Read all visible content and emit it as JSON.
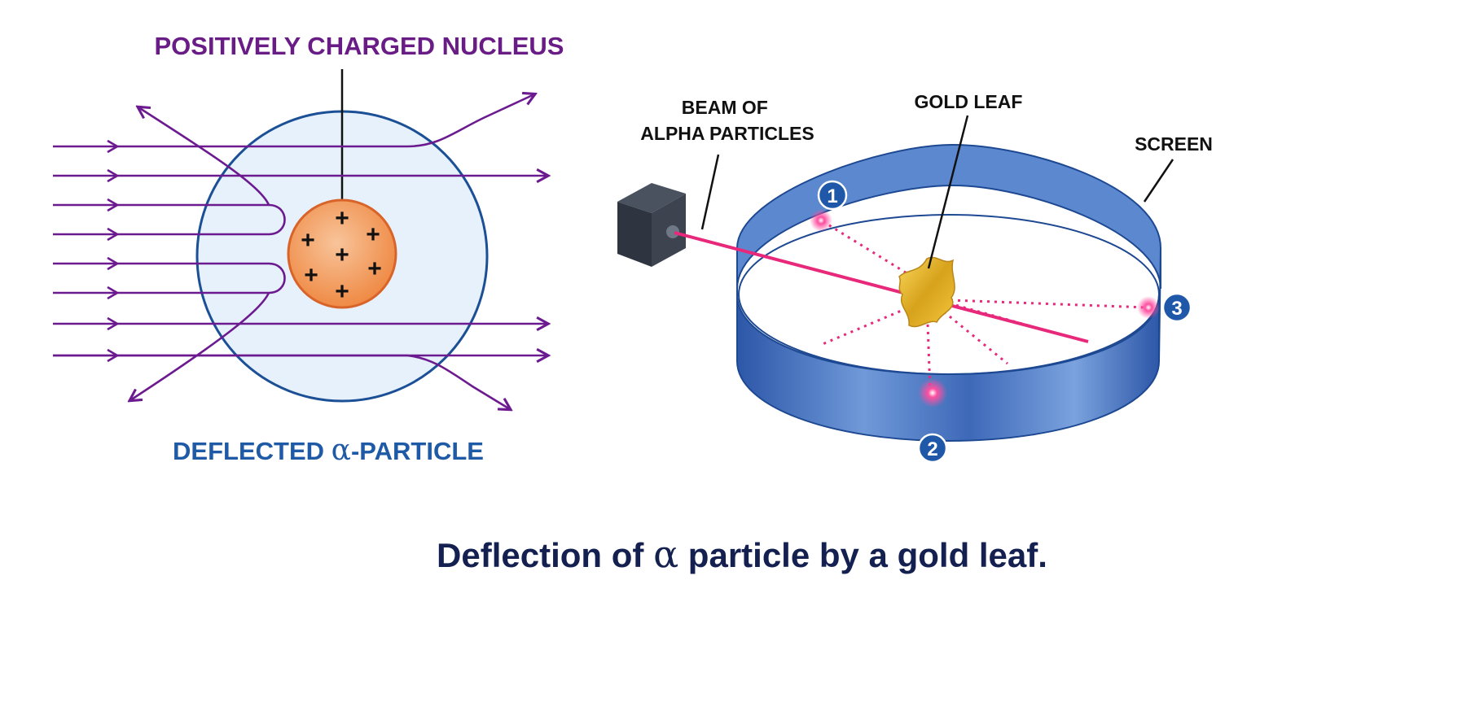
{
  "left_diagram": {
    "nucleus_label": "POSITIVELY CHARGED NUCLEUS",
    "deflected_label_prefix": "DEFLECTED ",
    "deflected_label_symbol": "α",
    "deflected_label_suffix": "-PARTICLE",
    "charge_symbol": "+",
    "colors": {
      "trajectory": "#6c1a8f",
      "label_nucleus": "#6a1c86",
      "label_deflected": "#1f5aa6",
      "atom_fill": "#e6f1fb",
      "atom_stroke": "#1b4f96",
      "nucleus_fill": "#ef9a5e",
      "nucleus_stroke": "#d8642a"
    }
  },
  "right_diagram": {
    "beam_label_line1": "BEAM OF",
    "beam_label_line2": "ALPHA PARTICLES",
    "gold_label": "GOLD LEAF",
    "screen_label": "SCREEN",
    "markers": [
      "1",
      "2",
      "3"
    ],
    "colors": {
      "screen": "#3f6fbf",
      "beam": "#e8287a",
      "gold": "#e8b62a",
      "source": "#2f3540",
      "marker": "#1f58a8"
    }
  },
  "caption": {
    "prefix": "Deflection of ",
    "symbol": "α",
    "suffix": " particle by a gold leaf."
  }
}
